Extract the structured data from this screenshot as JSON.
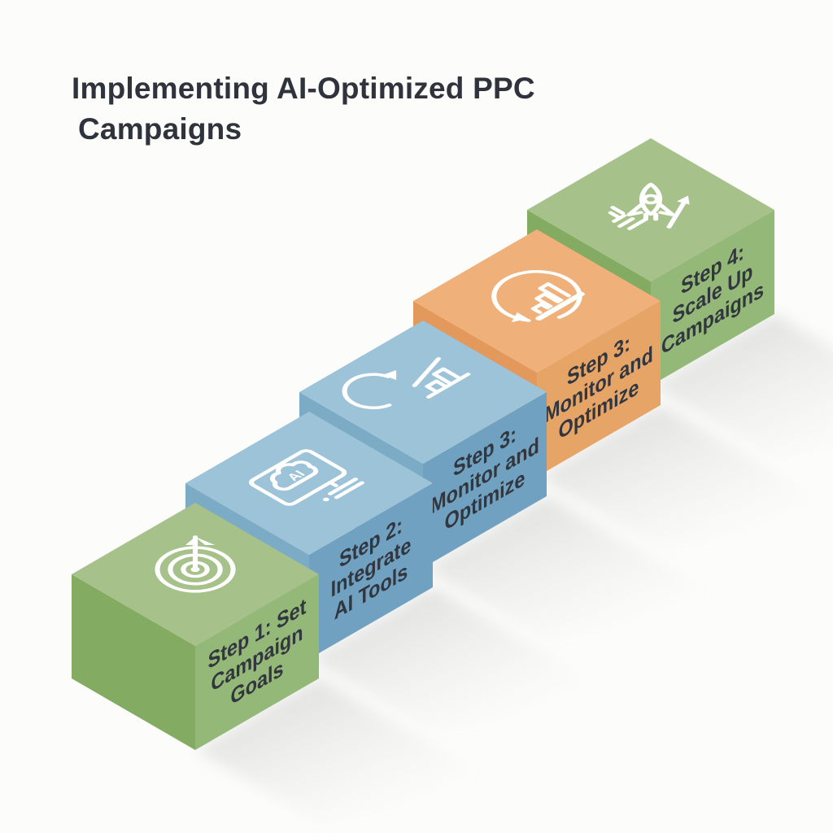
{
  "title": {
    "line1": "Implementing AI-Optimized PPC",
    "line2": "Campaigns"
  },
  "steps": [
    {
      "line1": "Step 1: Set",
      "line2": "Campaign",
      "line3": "Goals",
      "icon": "target-icon",
      "colors": {
        "top": "#a6c18a",
        "left": "#84ab62",
        "right": "#94b877"
      }
    },
    {
      "line1": "Step 2:",
      "line2": "Integrate",
      "line3": "AI Tools",
      "icon": "ai-monitor-icon",
      "icon_text": "AI",
      "colors": {
        "top": "#9cc3d8",
        "left": "#7cabc6",
        "right": "#70a1c0"
      }
    },
    {
      "line1": "Step 3:",
      "line2": "Monitor and",
      "line3": "Optimize",
      "icon": "refresh-chart-icon",
      "colors": {
        "top": "#9cc3d8",
        "left": "#7cabc6",
        "right": "#70a1c0"
      }
    },
    {
      "line1": "Step 3:",
      "line2": "Monitor and",
      "line3": "Optimize",
      "icon": "cycle-chart-icon",
      "colors": {
        "top": "#f0b07a",
        "left": "#e2995b",
        "right": "#e7a467"
      }
    },
    {
      "line1": "Step 4:",
      "line2": "Scale Up",
      "line3": "Campaigns",
      "icon": "rocket-icon",
      "colors": {
        "top": "#a6c18a",
        "left": "#84ab62",
        "right": "#94b877"
      }
    }
  ],
  "colors": {
    "background": "#fcfcfb",
    "title_text": "#2e333c",
    "step_text": "#31363f",
    "icon_stroke": "#ffffff",
    "shadow": "#bcbcbc"
  }
}
